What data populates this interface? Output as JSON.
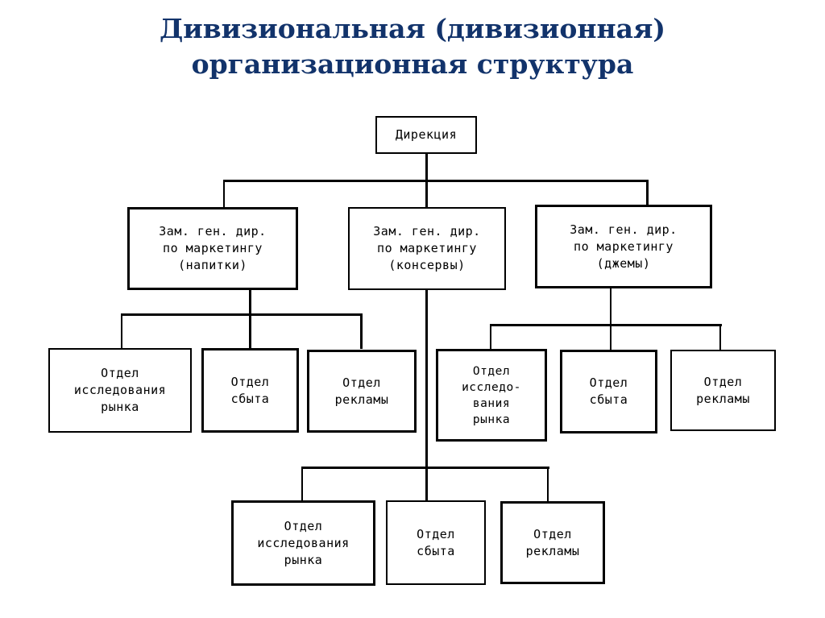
{
  "title": {
    "line1": "Дивизиональная (дивизионная)",
    "line2": "организационная структура",
    "color": "#12336b"
  },
  "chart_data": {
    "type": "diagram",
    "diagram_kind": "organizational-chart",
    "title": "Дивизиональная (дивизионная) организационная структура",
    "levels": [
      {
        "level": 1,
        "nodes": [
          {
            "id": "direction",
            "label": "Дирекция"
          }
        ]
      },
      {
        "level": 2,
        "nodes": [
          {
            "id": "deputy-drinks",
            "label": "Зам. ген. дир.\nпо маркетингу\n(напитки)"
          },
          {
            "id": "deputy-canned",
            "label": "Зам. ген. дир.\nпо маркетингу\n(консервы)"
          },
          {
            "id": "deputy-jams",
            "label": "Зам. ген. дир.\nпо маркетингу\n(джемы)"
          }
        ]
      },
      {
        "level": 3,
        "nodes": [
          {
            "id": "drinks-research",
            "parent": "deputy-drinks",
            "label": "Отдел\nисследования\nрынка"
          },
          {
            "id": "drinks-sales",
            "parent": "deputy-drinks",
            "label": "Отдел\nсбыта"
          },
          {
            "id": "drinks-ads",
            "parent": "deputy-drinks",
            "label": "Отдел\nрекламы"
          },
          {
            "id": "jams-research",
            "parent": "deputy-jams",
            "label": "Отдел\nисследо-\nвания\nрынка"
          },
          {
            "id": "jams-sales",
            "parent": "deputy-jams",
            "label": "Отдел\nсбыта"
          },
          {
            "id": "jams-ads",
            "parent": "deputy-jams",
            "label": "Отдел\nрекламы"
          },
          {
            "id": "canned-research",
            "parent": "deputy-canned",
            "label": "Отдел\nисследования\nрынка"
          },
          {
            "id": "canned-sales",
            "parent": "deputy-canned",
            "label": "Отдел\nсбыта"
          },
          {
            "id": "canned-ads",
            "parent": "deputy-canned",
            "label": "Отдел\nрекламы"
          }
        ]
      }
    ],
    "edges": [
      {
        "from": "direction",
        "to": "deputy-drinks"
      },
      {
        "from": "direction",
        "to": "deputy-canned"
      },
      {
        "from": "direction",
        "to": "deputy-jams"
      },
      {
        "from": "deputy-drinks",
        "to": "drinks-research"
      },
      {
        "from": "deputy-drinks",
        "to": "drinks-sales"
      },
      {
        "from": "deputy-drinks",
        "to": "drinks-ads"
      },
      {
        "from": "deputy-jams",
        "to": "jams-research"
      },
      {
        "from": "deputy-jams",
        "to": "jams-sales"
      },
      {
        "from": "deputy-jams",
        "to": "jams-ads"
      },
      {
        "from": "deputy-canned",
        "to": "canned-research"
      },
      {
        "from": "deputy-canned",
        "to": "canned-sales"
      },
      {
        "from": "deputy-canned",
        "to": "canned-ads"
      }
    ],
    "line_color": "#000000",
    "box_fill": "#ffffff",
    "box_border": "#000000"
  },
  "nodes": {
    "direction": "Дирекция",
    "deputy_drinks": "Зам. ген. дир.\nпо маркетингу\n(напитки)",
    "deputy_canned": "Зам. ген. дир.\nпо маркетингу\n(консервы)",
    "deputy_jams": "Зам. ген. дир.\nпо маркетингу\n(джемы)",
    "drinks_research": "Отдел\nисследования\nрынка",
    "drinks_sales": "Отдел\nсбыта",
    "drinks_ads": "Отдел\nрекламы",
    "jams_research": "Отдел\nисследо-\nвания\nрынка",
    "jams_sales": "Отдел\nсбыта",
    "jams_ads": "Отдел\nрекламы",
    "canned_research": "Отдел\nисследования\nрынка",
    "canned_sales": "Отдел\nсбыта",
    "canned_ads": "Отдел\nрекламы"
  }
}
